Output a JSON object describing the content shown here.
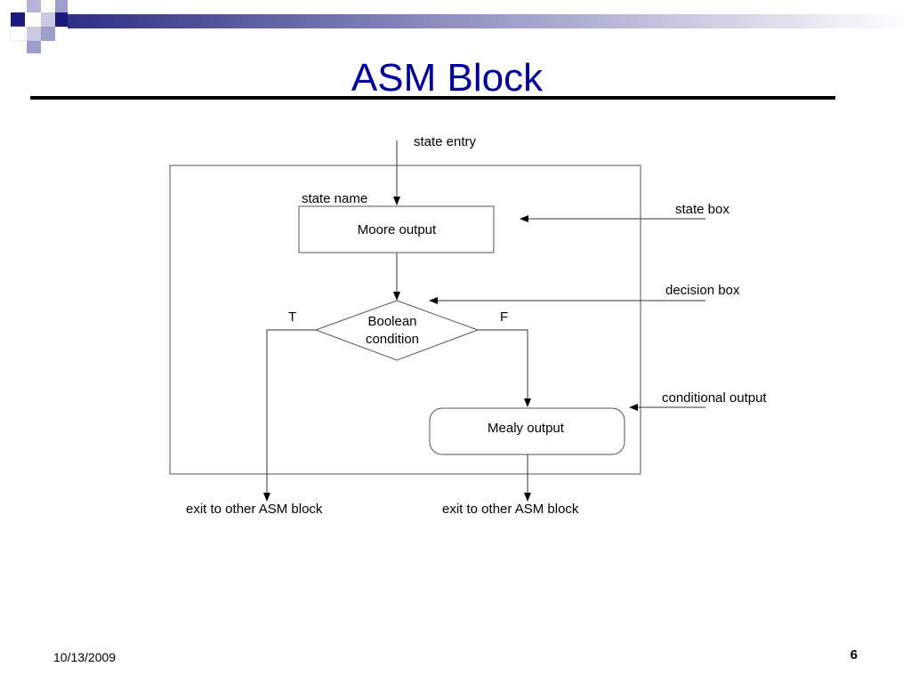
{
  "slide": {
    "title": "ASM Block",
    "date": "10/13/2009",
    "page_number": "6"
  },
  "colors": {
    "title": "#000099",
    "logo_dark": "#1a1a7e",
    "logo_light": "#9e9ecc",
    "band_start": "#3a3a8c",
    "band_end": "#ffffff"
  },
  "diagram": {
    "state_entry": "state entry",
    "state_name": "state name",
    "moore_output": "Moore output",
    "decision_line1": "Boolean",
    "decision_line2": "condition",
    "true_label": "T",
    "false_label": "F",
    "mealy_output": "Mealy output",
    "exit_left": "exit to other ASM block",
    "exit_right": "exit to other ASM block"
  },
  "annotations": {
    "state_box": "state box",
    "decision_box": "decision box",
    "conditional_output": "conditional output"
  }
}
